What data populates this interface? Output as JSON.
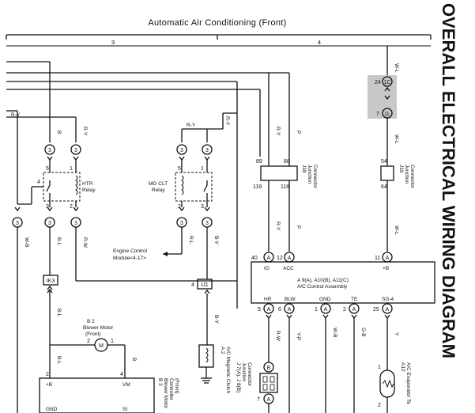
{
  "diagram": {
    "title": "Automatic Air Conditioning (Front)",
    "side_title": "OVERALL ELECTRICAL WIRING DIAGRAM",
    "columns": [
      "3",
      "4"
    ],
    "wire_colors": {
      "wl_top": "W-L",
      "wl_mid": "W-L",
      "wl_low": "W-L",
      "ry_left": "R-Y",
      "ry_mg": "R-Y",
      "ry_col": "R-Y",
      "ry_col2": "R-Y",
      "b_htr": "B",
      "ry_htr": "R-Y",
      "p1": "P",
      "p2": "P",
      "wb": "W-B",
      "bl1": "B-L",
      "rw1": "R-W",
      "rl": "R-L",
      "by1": "B-Y",
      "by2": "B-Y",
      "bl2": "B-L",
      "bl3": "B-L",
      "b2": "B",
      "rw2": "R-W",
      "yp": "Y-P",
      "wb2": "W-B",
      "gb": "G-B",
      "y": "Y"
    },
    "connectors": {
      "c3a": "3",
      "c3b": "3",
      "c3c": "3",
      "c3d": "3",
      "c3e": "3",
      "c3f": "3",
      "c3g": "3",
      "c3h": "3",
      "c3i": "3",
      "c3j": "3",
      "c1c": "1C",
      "c1l": "1L",
      "ik3": "IK3",
      "ij1": "IJ1",
      "ca1": "A",
      "ca2": "A",
      "ca3": "A",
      "ca4": "A",
      "ca5": "A",
      "ca6": "A",
      "ca7": "A",
      "ca8": "A",
      "ca9": "A",
      "ca10": "A",
      "cb": "B"
    },
    "pins": {
      "p24": "24",
      "p7": "7",
      "p89": "89",
      "p88": "88",
      "p119": "119",
      "p118": "118",
      "p54": "54",
      "p64": "64",
      "h5": "5",
      "h1": "1",
      "h4": "4",
      "h3": "3",
      "h2": "2",
      "m5": "5",
      "m1": "1",
      "m2": "2",
      "m3": "3",
      "i40": "40",
      "i12": "12",
      "i11": "11",
      "o5": "5",
      "o6": "6",
      "o1": "1",
      "o2": "2",
      "o25": "25",
      "bm2": "2",
      "bm1": "1",
      "bv2": "2",
      "bv4": "4",
      "r4": "4",
      "cl2": "2",
      "cl1": "1",
      "ac1": "1",
      "ac2": "2",
      "jb7": "7"
    },
    "labels": {
      "htr_relay_1": "HTR",
      "htr_relay_2": "Relay",
      "mg_relay_1": "MG CLT",
      "mg_relay_2": "Relay",
      "j18_1": "J18",
      "j18_2": "Junction",
      "j18_3": "Connector",
      "j19_1": "J19",
      "j19_2": "Junction",
      "j19_3": "Connector",
      "ecm_1": "Engine Control",
      "ecm_2": "Module<4-17>",
      "ig": "IG",
      "acc": "ACC",
      "plus_b": "+B",
      "amp_1": "A 9(A), A10(B), A11(C)",
      "amp_2": "A/C Control Assembly",
      "hr": "HR",
      "blw": "BLW",
      "gnd": "GND",
      "te": "TE",
      "sg4": "SG-4",
      "b2_1": "B 2",
      "b2_2": "Blower Motor",
      "b2_3": "(Front)",
      "b3_1": "B 3",
      "b3_2": "Blower Motor",
      "b3_3": "Controller",
      "b3_4": "(Front)",
      "bmc_plus": "+B",
      "bmc_vm": "VM",
      "bmc_gnd": "GND",
      "bmc_si": "SI",
      "a2_1": "A 2",
      "a2_2": "A/C Magnetic Clutch",
      "a12_1": "A12",
      "a12_2": "A/C Evaporator Te",
      "jbox_1": "J 7(A), J 8(B)",
      "jbox_2": "Junction",
      "jbox_3": "Connector"
    }
  }
}
